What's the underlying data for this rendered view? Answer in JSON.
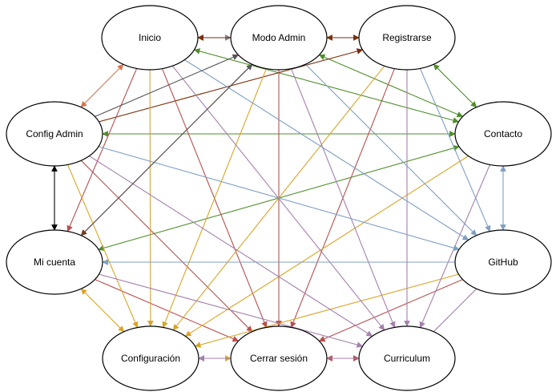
{
  "colors": {
    "gray": "#808080",
    "darkred": "#7a2d0b",
    "orange": "#d8734e",
    "green": "#4f8f2a",
    "blue": "#7f9fc3",
    "purple": "#a57fad",
    "red": "#b84f4f",
    "yellow": "#d9a527",
    "darkgray": "#555555",
    "black": "#000000"
  },
  "nodes": [
    {
      "id": "inicio",
      "label": "Inicio"
    },
    {
      "id": "modo_admin",
      "label": "Modo Admin"
    },
    {
      "id": "registrarse",
      "label": "Registrarse"
    },
    {
      "id": "config_admin",
      "label": "Config Admin"
    },
    {
      "id": "contacto",
      "label": "Contacto"
    },
    {
      "id": "mi_cuenta",
      "label": "Mi cuenta"
    },
    {
      "id": "github",
      "label": "GitHub"
    },
    {
      "id": "configuracion",
      "label": "Configuración"
    },
    {
      "id": "cerrar_sesion",
      "label": "Cerrar sesión"
    },
    {
      "id": "curriculum",
      "label": "Curriculum"
    }
  ],
  "edges": [
    {
      "from": "inicio",
      "to": "modo_admin",
      "color": "gray",
      "arrows": "both"
    },
    {
      "from": "modo_admin",
      "to": "registrarse",
      "color": "darkred",
      "arrows": "both"
    },
    {
      "from": "config_admin",
      "to": "inicio",
      "color": "orange",
      "arrows": "both"
    },
    {
      "from": "registrarse",
      "to": "contacto",
      "color": "green",
      "arrows": "both"
    },
    {
      "from": "config_admin",
      "to": "mi_cuenta",
      "color": "black",
      "arrows": "both"
    },
    {
      "from": "contacto",
      "to": "github",
      "color": "blue",
      "arrows": "both"
    },
    {
      "from": "configuracion",
      "to": "cerrar_sesion",
      "color": "yellow",
      "arrows": "both"
    },
    {
      "from": "cerrar_sesion",
      "to": "curriculum",
      "color": "red",
      "arrows": "both"
    },
    {
      "from": "mi_cuenta",
      "to": "configuracion",
      "color": "yellow",
      "arrows": "both"
    },
    {
      "from": "curriculum",
      "to": "github",
      "color": "purple",
      "arrows": "none"
    },
    {
      "from": "config_admin",
      "to": "contacto",
      "color": "green",
      "arrows": "both"
    },
    {
      "from": "inicio",
      "to": "contacto",
      "color": "green",
      "arrows": "both"
    },
    {
      "from": "modo_admin",
      "to": "contacto",
      "color": "green",
      "arrows": "both"
    },
    {
      "from": "mi_cuenta",
      "to": "contacto",
      "color": "green",
      "arrows": "both"
    },
    {
      "from": "config_admin",
      "to": "registrarse",
      "color": "darkred",
      "arrows": "end"
    },
    {
      "from": "registrarse",
      "to": "inicio",
      "color": "darkred",
      "arrows": "end"
    },
    {
      "from": "mi_cuenta",
      "to": "modo_admin",
      "color": "darkred",
      "arrows": "start"
    },
    {
      "from": "inicio",
      "to": "mi_cuenta",
      "color": "red",
      "arrows": "end"
    },
    {
      "from": "config_admin",
      "to": "cerrar_sesion",
      "color": "red",
      "arrows": "end"
    },
    {
      "from": "inicio",
      "to": "cerrar_sesion",
      "color": "red",
      "arrows": "end"
    },
    {
      "from": "modo_admin",
      "to": "cerrar_sesion",
      "color": "red",
      "arrows": "end"
    },
    {
      "from": "registrarse",
      "to": "cerrar_sesion",
      "color": "red",
      "arrows": "end"
    },
    {
      "from": "mi_cuenta",
      "to": "cerrar_sesion",
      "color": "red",
      "arrows": "end"
    },
    {
      "from": "github",
      "to": "cerrar_sesion",
      "color": "red",
      "arrows": "end"
    },
    {
      "from": "inicio",
      "to": "configuracion",
      "color": "yellow",
      "arrows": "end"
    },
    {
      "from": "modo_admin",
      "to": "configuracion",
      "color": "yellow",
      "arrows": "end"
    },
    {
      "from": "registrarse",
      "to": "configuracion",
      "color": "yellow",
      "arrows": "end"
    },
    {
      "from": "config_admin",
      "to": "configuracion",
      "color": "yellow",
      "arrows": "end"
    },
    {
      "from": "contacto",
      "to": "configuracion",
      "color": "yellow",
      "arrows": "end"
    },
    {
      "from": "github",
      "to": "configuracion",
      "color": "yellow",
      "arrows": "end"
    },
    {
      "from": "inicio",
      "to": "curriculum",
      "color": "purple",
      "arrows": "end"
    },
    {
      "from": "modo_admin",
      "to": "curriculum",
      "color": "purple",
      "arrows": "end"
    },
    {
      "from": "registrarse",
      "to": "curriculum",
      "color": "purple",
      "arrows": "end"
    },
    {
      "from": "config_admin",
      "to": "curriculum",
      "color": "purple",
      "arrows": "end"
    },
    {
      "from": "mi_cuenta",
      "to": "curriculum",
      "color": "purple",
      "arrows": "end"
    },
    {
      "from": "contacto",
      "to": "curriculum",
      "color": "purple",
      "arrows": "end"
    },
    {
      "from": "configuracion",
      "to": "curriculum",
      "color": "purple",
      "arrows": "start"
    },
    {
      "from": "inicio",
      "to": "github",
      "color": "blue",
      "arrows": "end"
    },
    {
      "from": "modo_admin",
      "to": "github",
      "color": "blue",
      "arrows": "end"
    },
    {
      "from": "registrarse",
      "to": "github",
      "color": "blue",
      "arrows": "end"
    },
    {
      "from": "config_admin",
      "to": "github",
      "color": "blue",
      "arrows": "end"
    },
    {
      "from": "mi_cuenta",
      "to": "github",
      "color": "blue",
      "arrows": "start"
    },
    {
      "from": "config_admin",
      "to": "modo_admin",
      "color": "darkgray",
      "arrows": "end"
    },
    {
      "from": "mi_cuenta",
      "to": "modo_admin",
      "color": "darkgray",
      "arrows": "end"
    }
  ]
}
